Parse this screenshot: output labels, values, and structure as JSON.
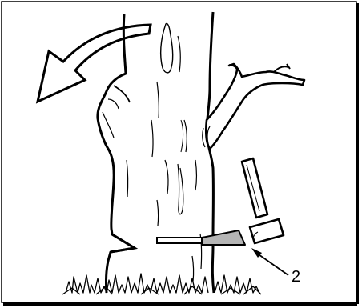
{
  "figure": {
    "callouts": [
      {
        "label": "2",
        "target": "wedge"
      }
    ],
    "parts": [
      {
        "name": "tree-trunk"
      },
      {
        "name": "branch"
      },
      {
        "name": "felling-direction-arrow"
      },
      {
        "name": "notch-cut"
      },
      {
        "name": "back-cut"
      },
      {
        "name": "wedge"
      },
      {
        "name": "hammer"
      },
      {
        "name": "grass"
      }
    ],
    "colors": {
      "line": "#000000",
      "background": "#ffffff",
      "wedge_fill": "#b5b5b5"
    }
  }
}
